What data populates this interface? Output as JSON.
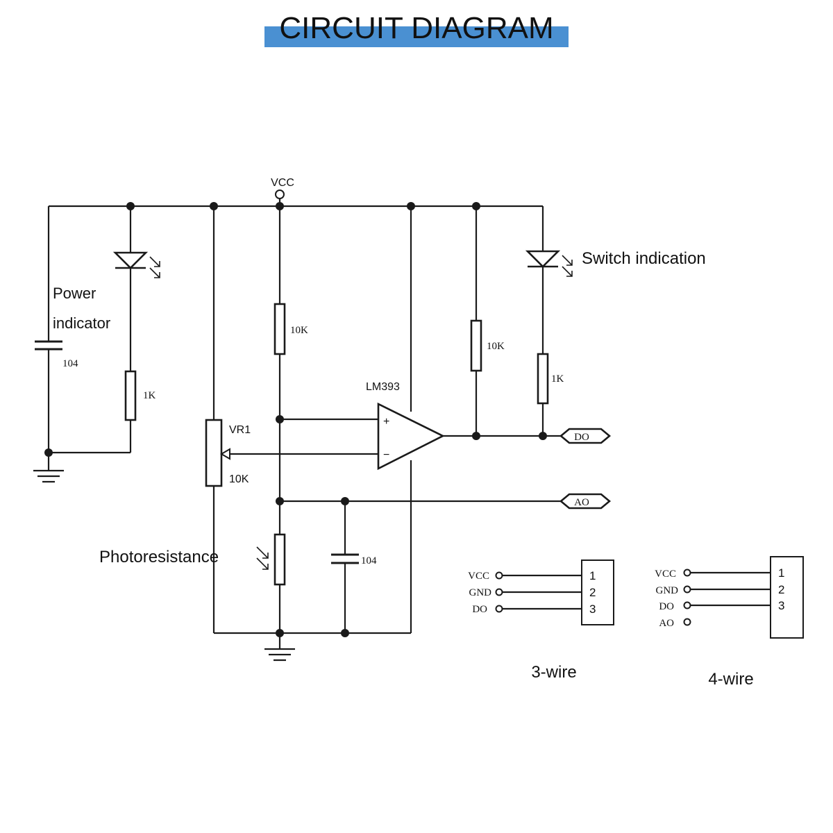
{
  "header": {
    "title": "CIRCUIT DIAGRAM",
    "bar_color": "#4a90d2"
  },
  "labels": {
    "vcc": "VCC",
    "power_indicator_line1": "Power",
    "power_indicator_line2": "indicator",
    "switch_indication": "Switch indication",
    "photoresistance": "Photoresistance",
    "comparator": "LM393",
    "comparator_plus": "+",
    "comparator_minus": "−",
    "potentiometer": "VR1",
    "potentiometer_value": "10K",
    "cap_left": "104",
    "cap_bottom": "104",
    "res_power_led": "1K",
    "res_top_mid": "10K",
    "res_pullup": "10K",
    "res_switch_led": "1K",
    "out_do": "DO",
    "out_ao": "AO"
  },
  "connector3": {
    "caption": "3-wire",
    "pins": [
      {
        "name": "VCC",
        "num": "1"
      },
      {
        "name": "GND",
        "num": "2"
      },
      {
        "name": "DO",
        "num": "3"
      }
    ]
  },
  "connector4": {
    "caption": "4-wire",
    "pins": [
      {
        "name": "VCC",
        "num": "1"
      },
      {
        "name": "GND",
        "num": "2"
      },
      {
        "name": "DO",
        "num": "3"
      },
      {
        "name": "AO",
        "num": ""
      }
    ]
  }
}
